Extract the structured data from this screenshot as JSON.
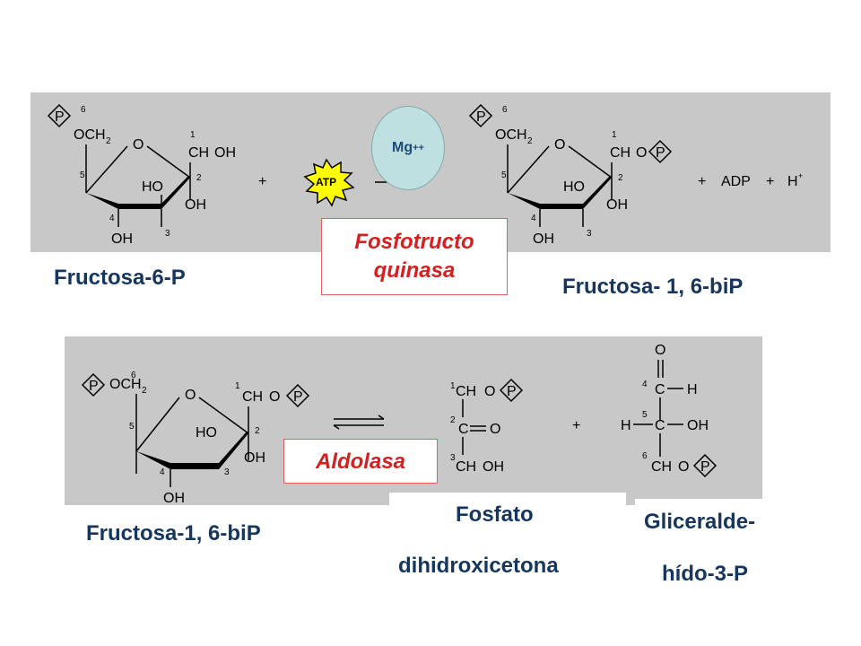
{
  "reaction1": {
    "reactant_label": "Fructosa-6-P",
    "product_label": "Fructosa- 1, 6-biP",
    "enzyme_line1": "Fosfotructo",
    "enzyme_line2": "quinasa",
    "cofactor": "Mg",
    "cofactor_charge": "++",
    "atp": "ATP",
    "plus": "+",
    "adp": "ADP",
    "proton": "H",
    "proton_charge": "+"
  },
  "reaction2": {
    "reactant_label": "Fructosa-1, 6-biP",
    "enzyme": "Aldolasa",
    "product1_line1": "Fosfato",
    "product1_line2": "dihidroxicetona",
    "product2_line1": "Gliceralde-",
    "product2_line2": "hído-3-P",
    "plus": "+"
  },
  "structure": {
    "phosphate": "P",
    "och2": "OCH",
    "ring_o": "O",
    "ch2oh": "CH",
    "ch2o": "CH",
    "ho": "HO",
    "oh": "OH",
    "c": "C",
    "h": "H",
    "o": "O",
    "sub2": "2",
    "n1": "1",
    "n2": "2",
    "n3": "3",
    "n4": "4",
    "n5": "5",
    "n6": "6"
  },
  "colors": {
    "panel": "#c8c8c8",
    "label": "#17365d",
    "enzyme_text": "#d42020",
    "cofactor_fill": "#bfe0e0",
    "atp_star": "#ffff00"
  }
}
